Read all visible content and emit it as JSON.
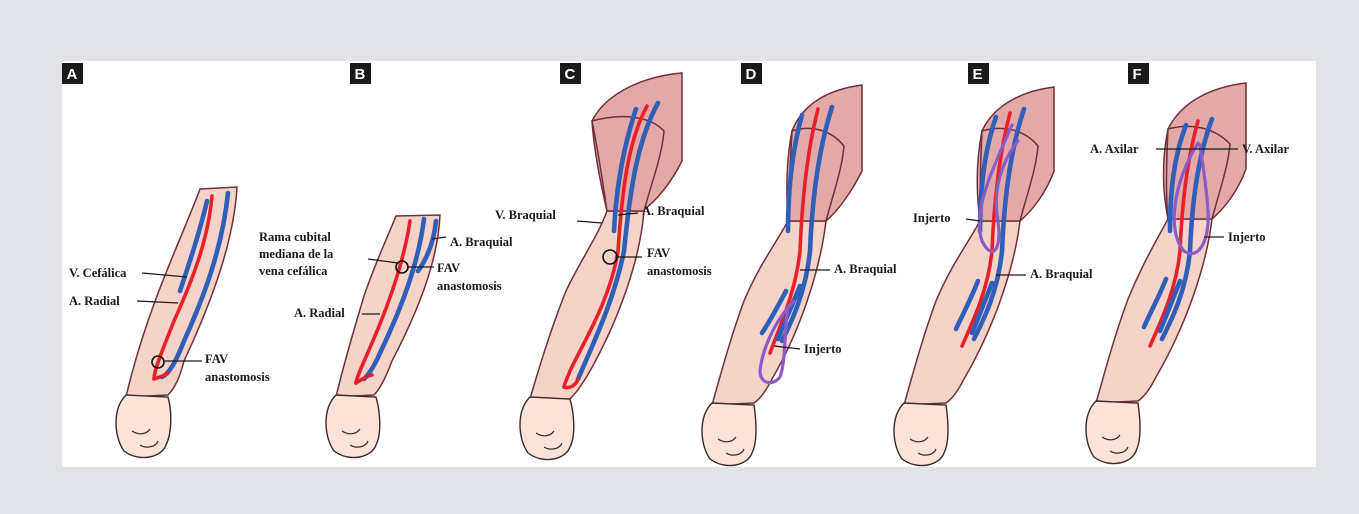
{
  "panels": [
    {
      "letter": "A",
      "labels": [
        "V. Cefálica",
        "A. Radial",
        "FAV",
        "anastomosis"
      ]
    },
    {
      "letter": "B",
      "labels": [
        "Rama cubital",
        "mediana de la",
        "vena cefálica",
        "A. Braquial",
        "FAV",
        "anastomosis",
        "A. Radial"
      ]
    },
    {
      "letter": "C",
      "labels": [
        "V. Braquial",
        "A. Braquial",
        "FAV",
        "anastomosis"
      ]
    },
    {
      "letter": "D",
      "labels": [
        "A. Braquial",
        "Injerto"
      ]
    },
    {
      "letter": "E",
      "labels": [
        "Injerto",
        "A. Braquial"
      ]
    },
    {
      "letter": "F",
      "labels": [
        "A. Axilar",
        "V. Axilar",
        "Injerto"
      ]
    }
  ],
  "colors": {
    "artery": "#e8202a",
    "vein": "#2f5fb8",
    "graft": "#8a5cc5",
    "skin": "#f6d3c8",
    "upper_arm": "#e2a9a8",
    "page_background": "#e1e3e8"
  }
}
